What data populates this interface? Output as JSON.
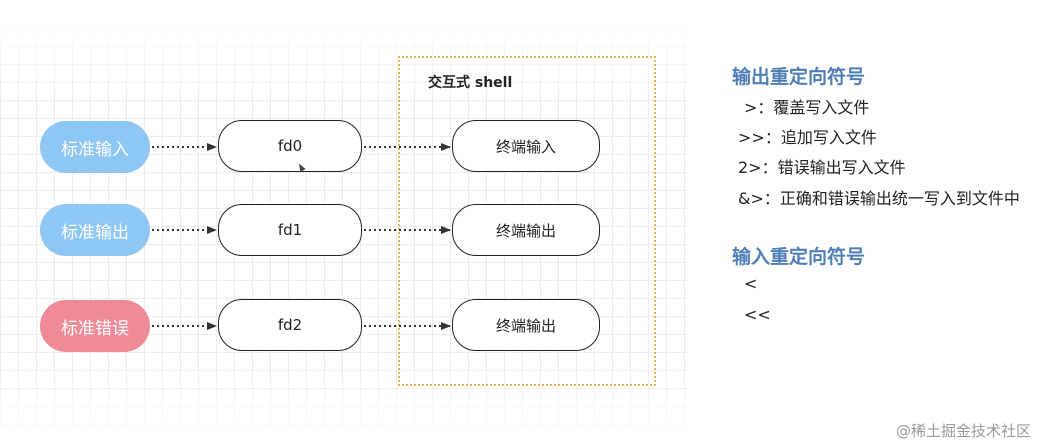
{
  "diagram": {
    "shell_title": "交互式 shell",
    "sources": [
      {
        "label": "标准输入",
        "color": "#8ec6f4"
      },
      {
        "label": "标准输出",
        "color": "#8ec6f4"
      },
      {
        "label": "标准错误",
        "color": "#ef8b96"
      }
    ],
    "fds": [
      "fd0",
      "fd1",
      "fd2"
    ],
    "terminals": [
      "终端输入",
      "终端输出",
      "终端输出"
    ],
    "accent_color": "#e2b84a"
  },
  "output_redirect": {
    "heading": "输出重定向符号",
    "items": [
      ">：覆盖写入文件",
      ">>：追加写入文件",
      "2>：错误输出写入文件",
      "&>：正确和错误输出统一写入到文件中"
    ]
  },
  "input_redirect": {
    "heading": "输入重定向符号",
    "items": [
      "<",
      "<<"
    ]
  },
  "watermark": "@稀土掘金技术社区",
  "colors": {
    "heading": "#4f7fb5"
  }
}
